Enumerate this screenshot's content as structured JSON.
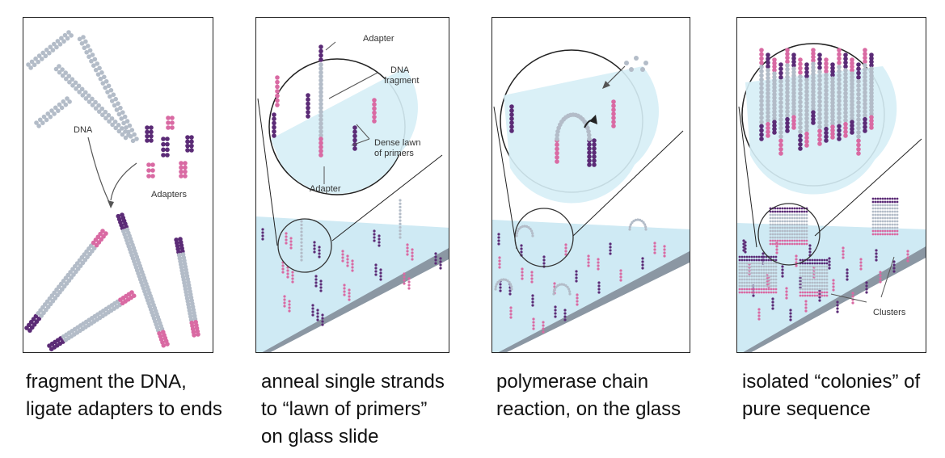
{
  "colors": {
    "strand": "#b3bcc8",
    "adapter_purple": "#5b2b76",
    "adapter_pink": "#d96aa3",
    "glass": "#cfeaf4",
    "glass_edge": "#8b97a3"
  },
  "panels": [
    {
      "labels": {
        "dna": "DNA",
        "adapters": "Adapters"
      },
      "caption": [
        "fragment the DNA,",
        "ligate adapters to ends"
      ]
    },
    {
      "labels": {
        "adapter_top": "Adapter",
        "fragment_1": "DNA",
        "fragment_2": "fragment",
        "lawn_1": "Dense lawn",
        "lawn_2": "of primers",
        "adapter_bottom": "Adapter"
      },
      "caption": [
        "anneal single strands",
        "to “lawn of primers”",
        "on glass slide"
      ]
    },
    {
      "labels": {},
      "caption": [
        "polymerase chain",
        "reaction, on the glass"
      ]
    },
    {
      "labels": {
        "clusters": "Clusters"
      },
      "caption": [
        "isolated “colonies” of",
        "pure sequence"
      ]
    }
  ]
}
